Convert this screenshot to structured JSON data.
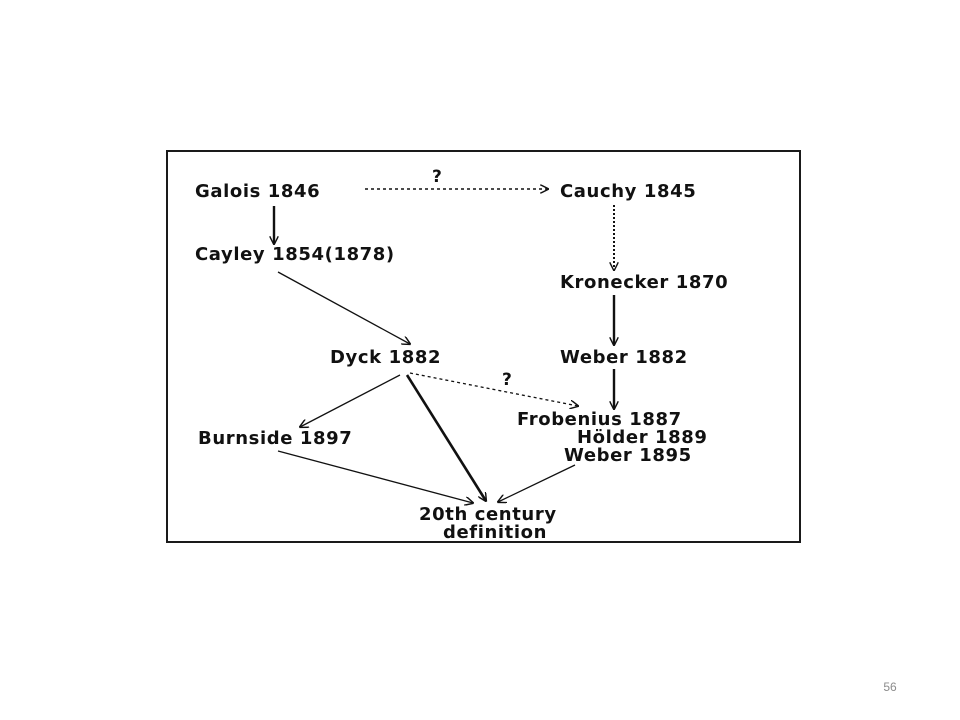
{
  "slide": {
    "page_number": "56"
  },
  "diagram": {
    "nodes": {
      "galois": "Galois 1846",
      "cauchy": "Cauchy 1845",
      "cayley": "Cayley 1854(1878)",
      "kronecker": "Kronecker 1870",
      "dyck": "Dyck 1882",
      "weber_1882": "Weber 1882",
      "frobenius": "Frobenius 1887",
      "holder": "Hölder 1889",
      "weber_1895": "Weber 1895",
      "burnside": "Burnside 1897",
      "definition_line1": "20th century",
      "definition_line2": "definition"
    },
    "uncertain_labels": {
      "galois_cauchy": "?",
      "dyck_frobenius": "?"
    }
  },
  "colors": {
    "ink": "#111111",
    "frame": "#1a1a1a",
    "page_number": "#8c8c8c"
  }
}
